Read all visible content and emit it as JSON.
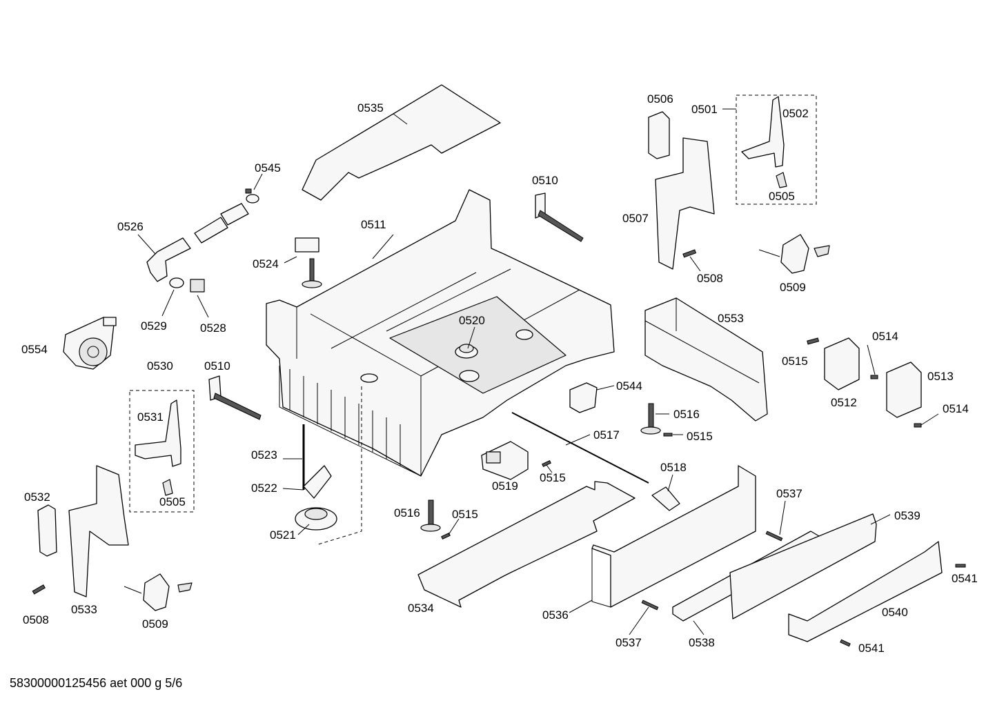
{
  "labels": [
    {
      "id": "l0535",
      "text": "0535"
    },
    {
      "id": "l0545",
      "text": "0545"
    },
    {
      "id": "l0526",
      "text": "0526"
    },
    {
      "id": "l0510a",
      "text": "0510"
    },
    {
      "id": "l0511",
      "text": "0511"
    },
    {
      "id": "l0524",
      "text": "0524"
    },
    {
      "id": "l0529",
      "text": "0529"
    },
    {
      "id": "l0528",
      "text": "0528"
    },
    {
      "id": "l0520",
      "text": "0520"
    },
    {
      "id": "l0554",
      "text": "0554"
    },
    {
      "id": "l0530",
      "text": "0530"
    },
    {
      "id": "l0510b",
      "text": "0510"
    },
    {
      "id": "l0531",
      "text": "0531"
    },
    {
      "id": "l0505a",
      "text": "0505"
    },
    {
      "id": "l0532",
      "text": "0532"
    },
    {
      "id": "l0533",
      "text": "0533"
    },
    {
      "id": "l0508a",
      "text": "0508"
    },
    {
      "id": "l0509a",
      "text": "0509"
    },
    {
      "id": "l0523",
      "text": "0523"
    },
    {
      "id": "l0522",
      "text": "0522"
    },
    {
      "id": "l0521",
      "text": "0521"
    },
    {
      "id": "l0506",
      "text": "0506"
    },
    {
      "id": "l0501",
      "text": "0501"
    },
    {
      "id": "l0502",
      "text": "0502"
    },
    {
      "id": "l0505b",
      "text": "0505"
    },
    {
      "id": "l0507",
      "text": "0507"
    },
    {
      "id": "l0508b",
      "text": "0508"
    },
    {
      "id": "l0509b",
      "text": "0509"
    },
    {
      "id": "l0553",
      "text": "0553"
    },
    {
      "id": "l0514a",
      "text": "0514"
    },
    {
      "id": "l0515a",
      "text": "0515"
    },
    {
      "id": "l0513",
      "text": "0513"
    },
    {
      "id": "l0512",
      "text": "0512"
    },
    {
      "id": "l0514b",
      "text": "0514"
    },
    {
      "id": "l0544",
      "text": "0544"
    },
    {
      "id": "l0516a",
      "text": "0516"
    },
    {
      "id": "l0515b",
      "text": "0515"
    },
    {
      "id": "l0517",
      "text": "0517"
    },
    {
      "id": "l0519",
      "text": "0519"
    },
    {
      "id": "l0515c",
      "text": "0515"
    },
    {
      "id": "l0518",
      "text": "0518"
    },
    {
      "id": "l0516b",
      "text": "0516"
    },
    {
      "id": "l0515d",
      "text": "0515"
    },
    {
      "id": "l0537a",
      "text": "0537"
    },
    {
      "id": "l0539",
      "text": "0539"
    },
    {
      "id": "l0534",
      "text": "0534"
    },
    {
      "id": "l0536",
      "text": "0536"
    },
    {
      "id": "l0537b",
      "text": "0537"
    },
    {
      "id": "l0538",
      "text": "0538"
    },
    {
      "id": "l0540",
      "text": "0540"
    },
    {
      "id": "l0541a",
      "text": "0541"
    },
    {
      "id": "l0541b",
      "text": "0541"
    }
  ],
  "footer": "58300000125456 aet 000 g 5/6"
}
